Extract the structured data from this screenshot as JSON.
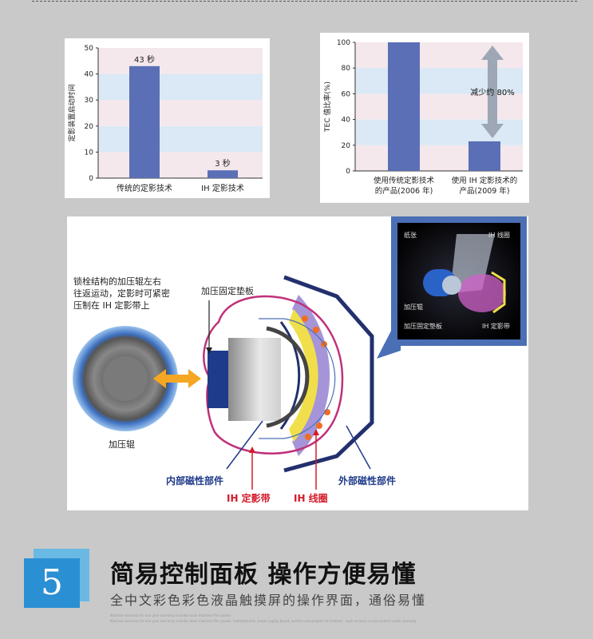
{
  "chart_data": [
    {
      "type": "bar",
      "categories": [
        "传统的定影技术",
        "IH 定影技术"
      ],
      "values": [
        43,
        3
      ],
      "data_labels": [
        "43 秒",
        "3 秒"
      ],
      "ylabel": "定影装置启动时间",
      "yticks": [
        "0",
        "10",
        "20",
        "30",
        "40",
        "50"
      ],
      "ylim": [
        0,
        50
      ],
      "bar_color": "#5a6fb5"
    },
    {
      "type": "bar",
      "categories": [
        "使用传统定影技术的产品(2006 年)",
        "使用 IH 定影技术的产品(2009 年)"
      ],
      "category_lines": [
        [
          "使用传统定影技术",
          "的产品(2006 年)"
        ],
        [
          "使用 IH 定影技术的",
          "产品(2009 年)"
        ]
      ],
      "values": [
        100,
        23
      ],
      "annotation": "减少约 80%",
      "ylabel": "TEC 值比率(%)",
      "yticks": [
        "0",
        "20",
        "40",
        "60",
        "80",
        "100"
      ],
      "ylim": [
        0,
        100
      ],
      "bar_color": "#5a6fb5"
    }
  ],
  "diagram": {
    "description_lines": [
      "锁栓结构的加压辊左右",
      "往返运动，定影时可紧密",
      "压制在 IH 定影带上"
    ],
    "label_pad": "加压固定垫板",
    "label_roller": "加压辊",
    "label_inner": "内部磁性部件",
    "label_belt": "IH 定影带",
    "label_coil": "IH 线圈",
    "label_outer": "外部磁性部件",
    "inset": {
      "paper": "纸张",
      "coil": "IH 线圈",
      "roller": "加压辊",
      "pad": "加压固定垫板",
      "belt": "IH 定影带"
    }
  },
  "feature": {
    "number": "5",
    "title": "简易控制面板  操作方便易懂",
    "subtitle": "全中文彩色彩色液晶触摸屏的操作界面，通俗易懂",
    "fine_print_1": "Machine warranty for one year warranty includes laser machine film panels",
    "fine_print_2": "Machine warranty for one year warranty includes laser machine film panels, motherboards, power supply board, normal consumption of material - such as toner is not covered under warranty"
  },
  "colors": {
    "accent_blue": "#2b8fd3",
    "bar_blue": "#5a6fb5",
    "label_red": "#d41a2a",
    "label_navy": "#1e3a8a"
  }
}
